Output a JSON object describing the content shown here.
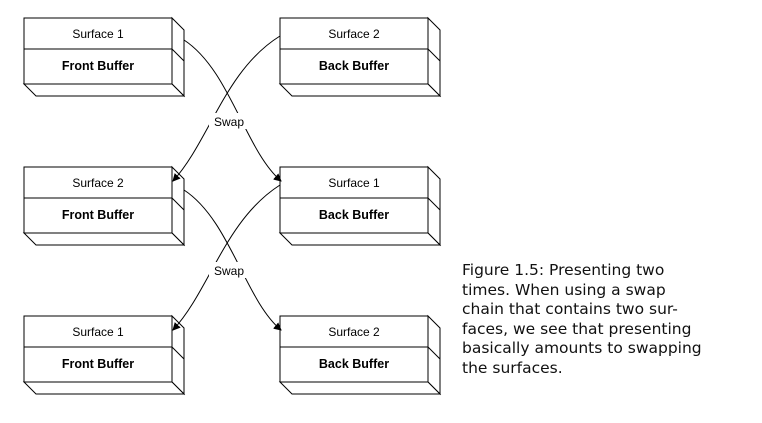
{
  "boxes": [
    {
      "surface": "Surface 1",
      "buffer": "Front Buffer"
    },
    {
      "surface": "Surface 2",
      "buffer": "Back Buffer"
    },
    {
      "surface": "Surface 2",
      "buffer": "Front Buffer"
    },
    {
      "surface": "Surface 1",
      "buffer": "Back Buffer"
    },
    {
      "surface": "Surface 1",
      "buffer": "Front Buffer"
    },
    {
      "surface": "Surface 2",
      "buffer": "Back Buffer"
    }
  ],
  "swaps": [
    "Swap",
    "Swap"
  ],
  "caption": {
    "lines": [
      "Figure 1.5: Presenting two",
      "times. When using a swap",
      "chain that contains two sur-",
      "faces, we see that presenting",
      "basically amounts to swapping",
      "the surfaces."
    ]
  }
}
